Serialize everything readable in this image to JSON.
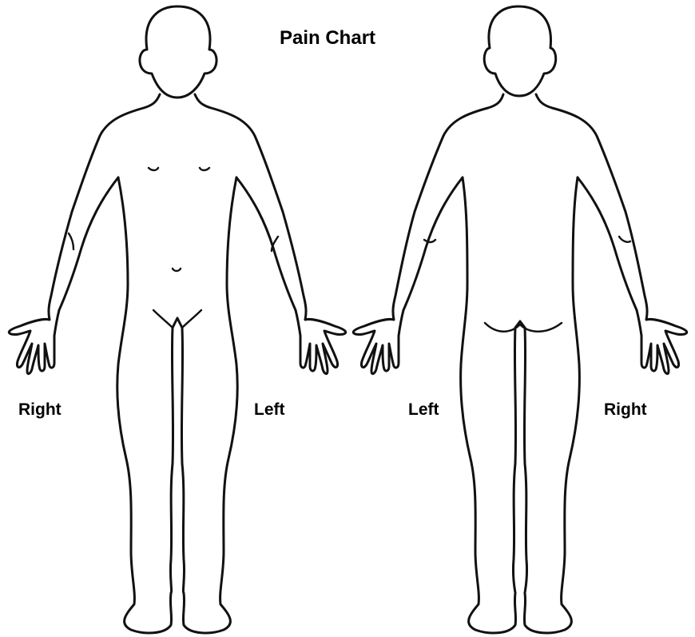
{
  "title": "Pain Chart",
  "labels": {
    "front_right": "Right",
    "front_left": "Left",
    "back_left": "Left",
    "back_right": "Right"
  },
  "colors": {
    "background": "#ffffff",
    "ink": "#111111"
  }
}
